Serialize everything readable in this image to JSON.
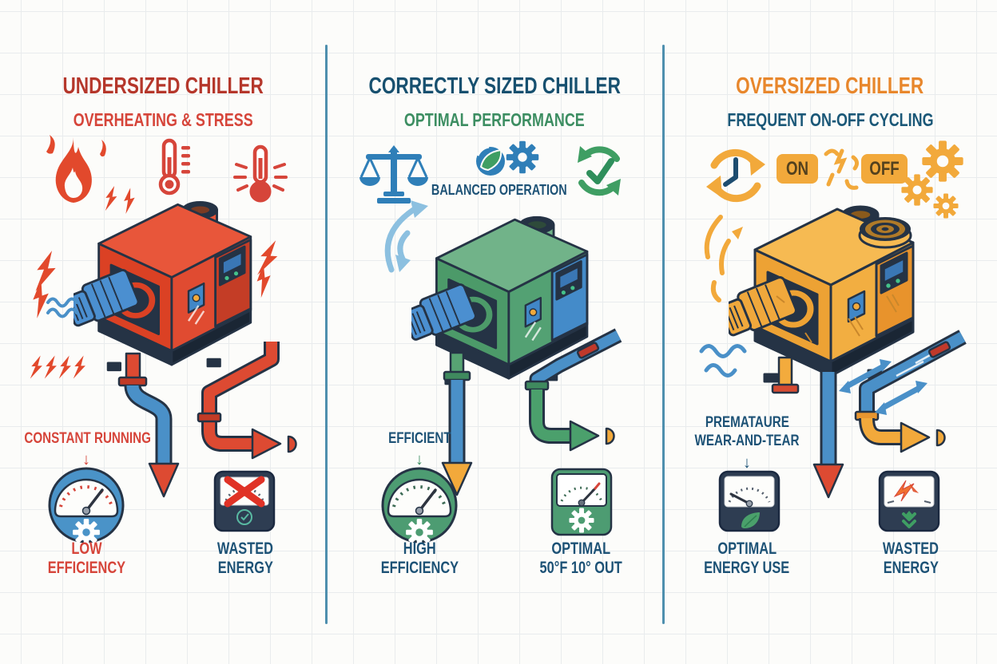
{
  "theme": {
    "paper": "#fcfcfa",
    "grid_line": "#e9eced",
    "divider": "#4e8fae",
    "navy_text": "#1d5276",
    "red_text": "#d6453a",
    "green_text": "#3d8e62",
    "orange_text": "#e8872c",
    "pipe_blue": "#4a90c8",
    "pipe_red": "#dd4a32",
    "pipe_green": "#4ba06c",
    "pipe_orange": "#f2a93b",
    "meter_navy": "#2e3d52",
    "gauge_blue": "#4a93c8",
    "gauge_green": "#4d9c72"
  },
  "columns": [
    {
      "id": "undersized",
      "title": "UNDERSIZED CHILLER",
      "subtitle": "OVERHEATING & STRESS",
      "title_color": "#b5372b",
      "subtitle_color": "#d6453a",
      "top_icons": [
        "flame-icon",
        "thermometer-icon",
        "thermometer-alert-icon",
        "lightning-bolt-icons"
      ],
      "machine": {
        "body_color": "#e04b31",
        "motor_color": "#4b8fd0",
        "description": "red overheating chiller"
      },
      "callout": {
        "line1": "CONSTANT RUNNING",
        "arrow": "↓"
      },
      "stat_left": {
        "line1": "LOW",
        "line2": "EFFICIENCY"
      },
      "stat_right": {
        "line1": "WASTED",
        "line2": "ENERGY"
      }
    },
    {
      "id": "correctly-sized",
      "title": "CORRECTLY SIZED CHILLER",
      "subtitle": "OPTIMAL PERFORMANCE",
      "title_color": "#17506f",
      "subtitle_color": "#3d8e62",
      "icon_caption": "BALANCED OPERATION",
      "top_icons": [
        "balance-scale-icon",
        "eco-globe-gear-icon",
        "recycle-check-icon"
      ],
      "machine": {
        "body_color": "#57a578",
        "panel_color": "#448bc9",
        "motor_color": "#4b8fd0",
        "description": "green correctly sized chiller"
      },
      "callout": {
        "line1": "EFFICIENT",
        "arrow": "↓"
      },
      "stat_left": {
        "line1": "HIGH",
        "line2": "EFFICIENCY"
      },
      "stat_right": {
        "line1": "OPTIMAL",
        "line2": "50°F 10° OUT"
      }
    },
    {
      "id": "oversized",
      "title": "OVERSIZED CHILLER",
      "subtitle": "FREQUENT ON-OFF CYCLING",
      "title_color": "#e8872c",
      "subtitle_color": "#1b5878",
      "badges": {
        "on": "ON",
        "off": "OFF"
      },
      "top_icons": [
        "cycle-clock-icon",
        "on-badge",
        "off-badge",
        "gears-icon"
      ],
      "machine": {
        "body_color": "#f2ae41",
        "motor_color": "#f0a83c",
        "description": "orange oversized chiller"
      },
      "callout": {
        "line1": "PREMATAURE",
        "line2": "WEAR-AND-TEAR",
        "arrow": "↓"
      },
      "stat_left": {
        "line1": "OPTIMAL",
        "line2": "ENERGY USE"
      },
      "stat_right": {
        "line1": "WASTED",
        "line2": "ENERGY"
      }
    }
  ]
}
